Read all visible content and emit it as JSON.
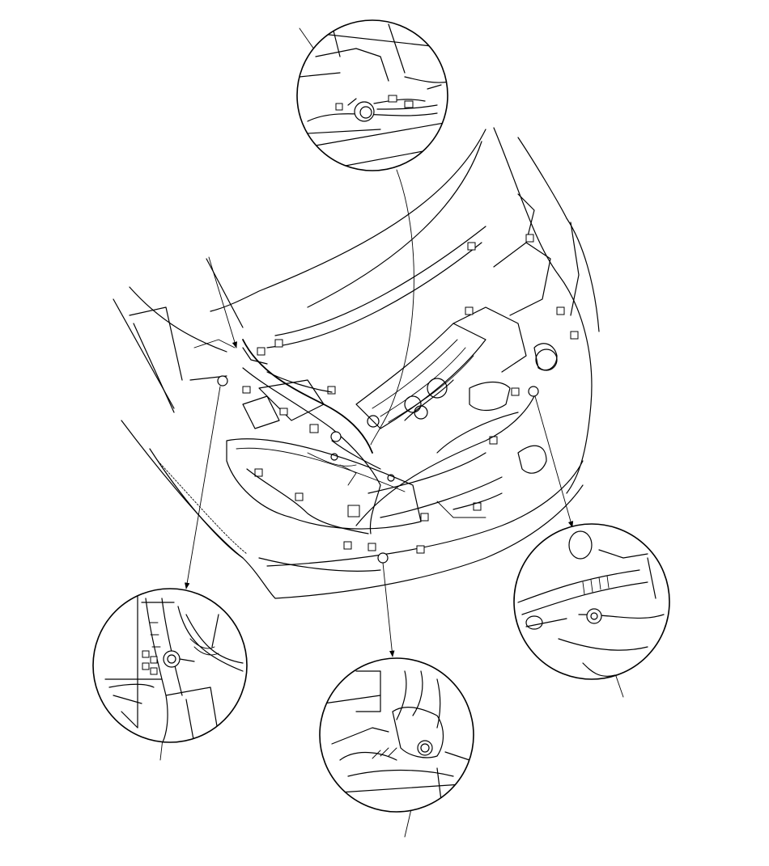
{
  "figure": {
    "ink_color": "#000000",
    "background_color": "#ffffff",
    "callout_count": 5,
    "callouts": [
      {
        "id": "top",
        "subject": "ground-bolt-detail"
      },
      {
        "id": "left",
        "subject": "harness-ground-detail"
      },
      {
        "id": "bottom",
        "subject": "harness-ground-detail"
      },
      {
        "id": "right",
        "subject": "ground-bolt-detail"
      }
    ]
  }
}
